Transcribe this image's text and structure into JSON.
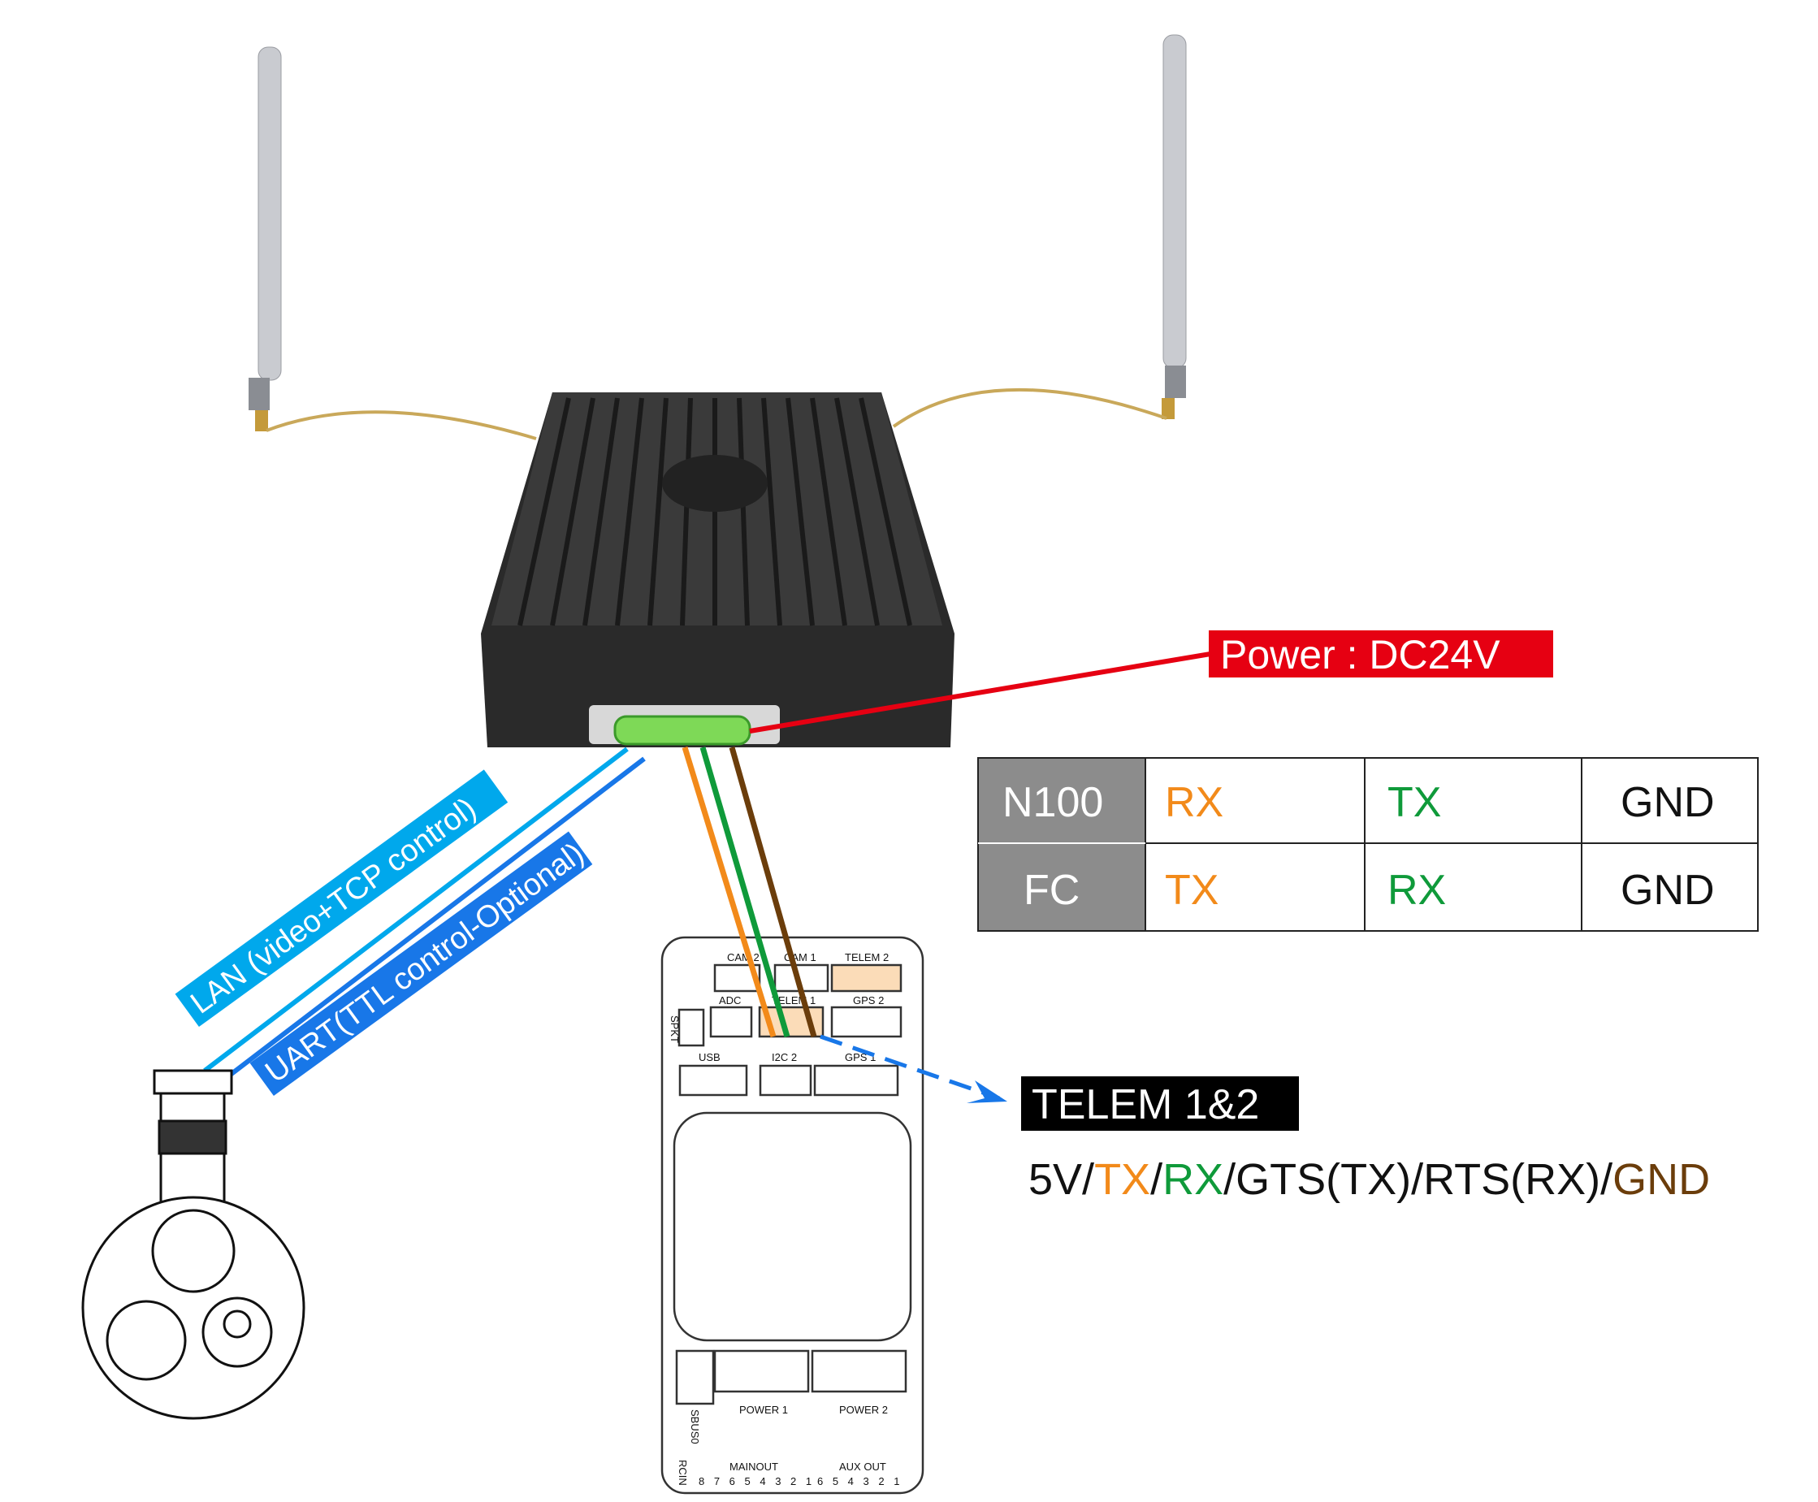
{
  "power_label": "Power : DC24V",
  "table": {
    "rows": [
      {
        "head": "N100",
        "cells": [
          "RX",
          "TX",
          "GND"
        ]
      },
      {
        "head": "FC",
        "cells": [
          "TX",
          "RX",
          "GND"
        ]
      }
    ]
  },
  "links": {
    "lan": "LAN (video+TCP control)",
    "uart": "UART(TTL control-Optional)"
  },
  "telem": {
    "label": "TELEM 1&2",
    "pinout": [
      "5V/",
      "TX",
      "/",
      "RX",
      "/GTS(TX)/RTS(RX)/",
      "GND"
    ]
  },
  "board": {
    "ports": [
      "CAM 2",
      "CAM 1",
      "TELEM 2",
      "ADC",
      "TELEM 1",
      "GPS 2",
      "USB",
      "I2C 2",
      "GPS 1",
      "SPKT",
      "POWER 1",
      "POWER 2",
      "SBUS0",
      "RCIN",
      "MAINOUT",
      "AUX OUT"
    ],
    "main_pins": "8 7 6 5 4 3 2 1",
    "aux_pins": "6 5 4 3 2 1"
  },
  "colors": {
    "orange": "#f28a1a",
    "green": "#0f9a3a",
    "brown": "#6b3d0b",
    "red": "#e60012",
    "cyan": "#00a8ec",
    "blue": "#1877e8",
    "gray": "#8c8c8c"
  }
}
